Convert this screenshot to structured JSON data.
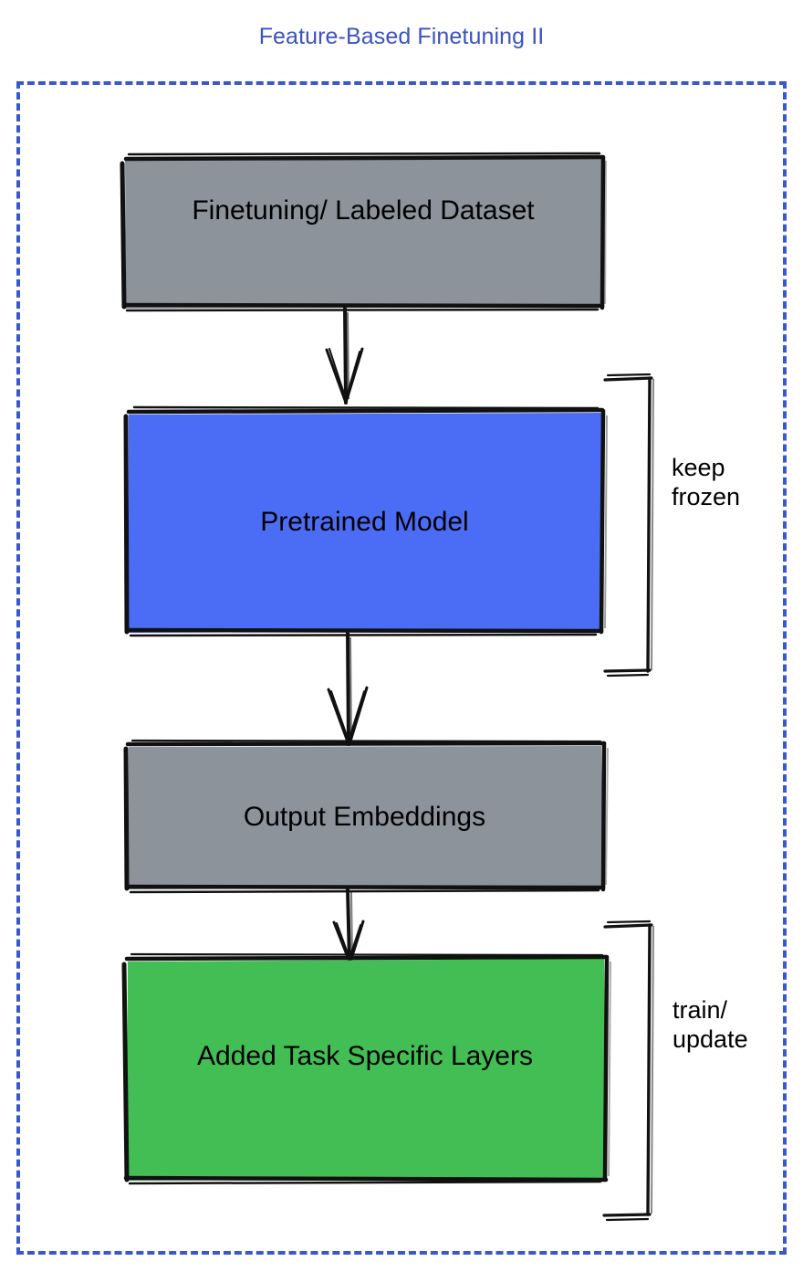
{
  "diagram": {
    "title": "Feature-Based Finetuning II",
    "title_color": "#3b52c4",
    "frame": {
      "style": "dashed",
      "color": "#3b57cd"
    },
    "nodes": [
      {
        "id": "dataset",
        "label": "Finetuning/ Labeled Dataset",
        "fill": "#8c939b",
        "stroke": "#000000"
      },
      {
        "id": "pretrained",
        "label": "Pretrained Model",
        "fill": "#4b6df5",
        "stroke": "#000000"
      },
      {
        "id": "embeddings",
        "label": "Output Embeddings",
        "fill": "#8c939b",
        "stroke": "#000000"
      },
      {
        "id": "tasklayers",
        "label": "Added Task Specific Layers",
        "fill": "#42be55",
        "stroke": "#000000"
      }
    ],
    "annotations": [
      {
        "id": "keep-frozen",
        "target": "pretrained",
        "line1": "keep",
        "line2": "frozen"
      },
      {
        "id": "train-update",
        "target": "tasklayers",
        "line1": "train/",
        "line2": "update"
      }
    ],
    "arrows": [
      {
        "from": "dataset",
        "to": "pretrained"
      },
      {
        "from": "pretrained",
        "to": "embeddings"
      },
      {
        "from": "embeddings",
        "to": "tasklayers"
      }
    ]
  }
}
